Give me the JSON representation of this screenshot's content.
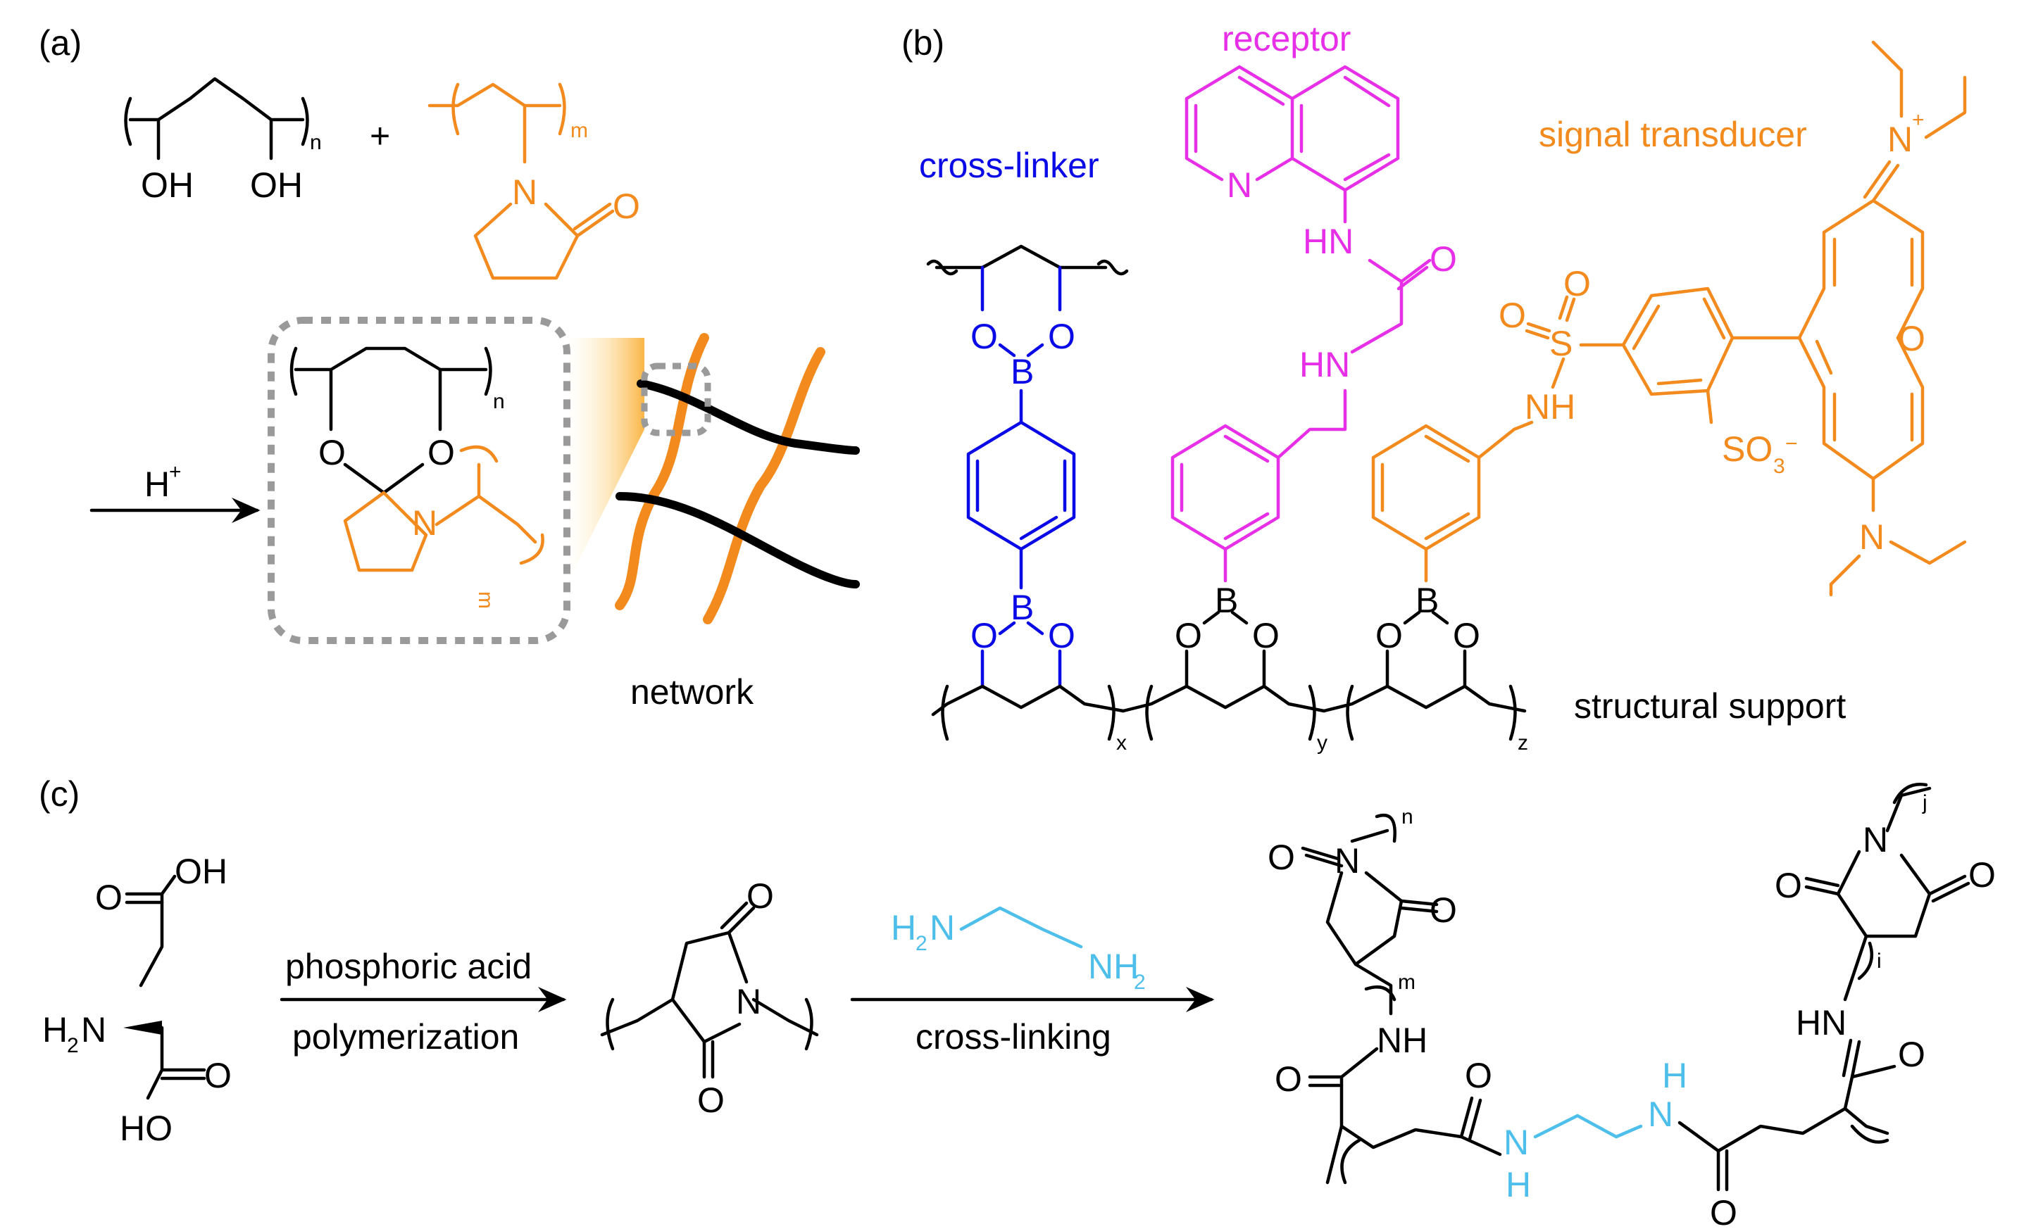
{
  "panels": {
    "a": "(a)",
    "b": "(b)",
    "c": "(c)"
  },
  "colors": {
    "black": "#000000",
    "orange": "#f28a1e",
    "blue": "#0a0ae6",
    "magenta": "#e62fe6",
    "cyan": "#4dbfea",
    "dash_gray": "#9a9a9a"
  },
  "panel_a": {
    "pva_oh1": "OH",
    "pva_oh2": "OH",
    "n": "n",
    "plus": "+",
    "m": "m",
    "pvp_n": "N",
    "pvp_o": "O",
    "acid_label": "H",
    "acid_charge": "+",
    "box_o1": "O",
    "box_o2": "O",
    "box_n": "N",
    "box_sub_n": "n",
    "box_sub_m": "m",
    "network": "network"
  },
  "panel_b": {
    "receptor": "receptor",
    "cross_linker": "cross-linker",
    "signal_transducer": "signal transducer",
    "structural_support": "structural support",
    "n_ring": "N",
    "hn": "HN",
    "o_amide": "O",
    "hn2": "HN",
    "nplus": "N",
    "nplus_charge": "+",
    "o_xanth": "O",
    "so2_o1": "O",
    "so2_s": "S",
    "so2_o2": "O",
    "nh": "NH",
    "so3": "SO",
    "so3_sub": "3",
    "so3_charge": "−",
    "n_amine": "N",
    "o": "O",
    "b": "B",
    "x": "x",
    "y": "y",
    "z": "z"
  },
  "panel_c": {
    "oh_top": "OH",
    "o_top": "O",
    "h2n": "H",
    "h2n_sub": "2",
    "h2n_n": "N",
    "o_bottom": "O",
    "ho": "HO",
    "phosphoric_acid": "phosphoric acid",
    "polymerization": "polymerization",
    "psi_o1": "O",
    "psi_n": "N",
    "psi_o2": "O",
    "h2n_e": "H",
    "h2n_e_sub": "2",
    "h2n_e_n": "N",
    "nh2_e": "NH",
    "nh2_e_sub": "2",
    "cross_linking": "cross-linking",
    "p_n1": "N",
    "p_o1": "O",
    "p_o2": "O",
    "p_n": "n",
    "p_m": "m",
    "p_nh1": "NH",
    "p_o3": "O",
    "p_o4": "O",
    "p_nh_c1": "N",
    "p_nh_c1h": "H",
    "p_nh_c2h": "H",
    "p_nh_c2": "N",
    "p_o5": "O",
    "p_o6": "O",
    "p_o7": "O",
    "p_n2": "N",
    "p_o8": "O",
    "p_j": "j",
    "p_i": "i",
    "p_hn2": "HN"
  }
}
